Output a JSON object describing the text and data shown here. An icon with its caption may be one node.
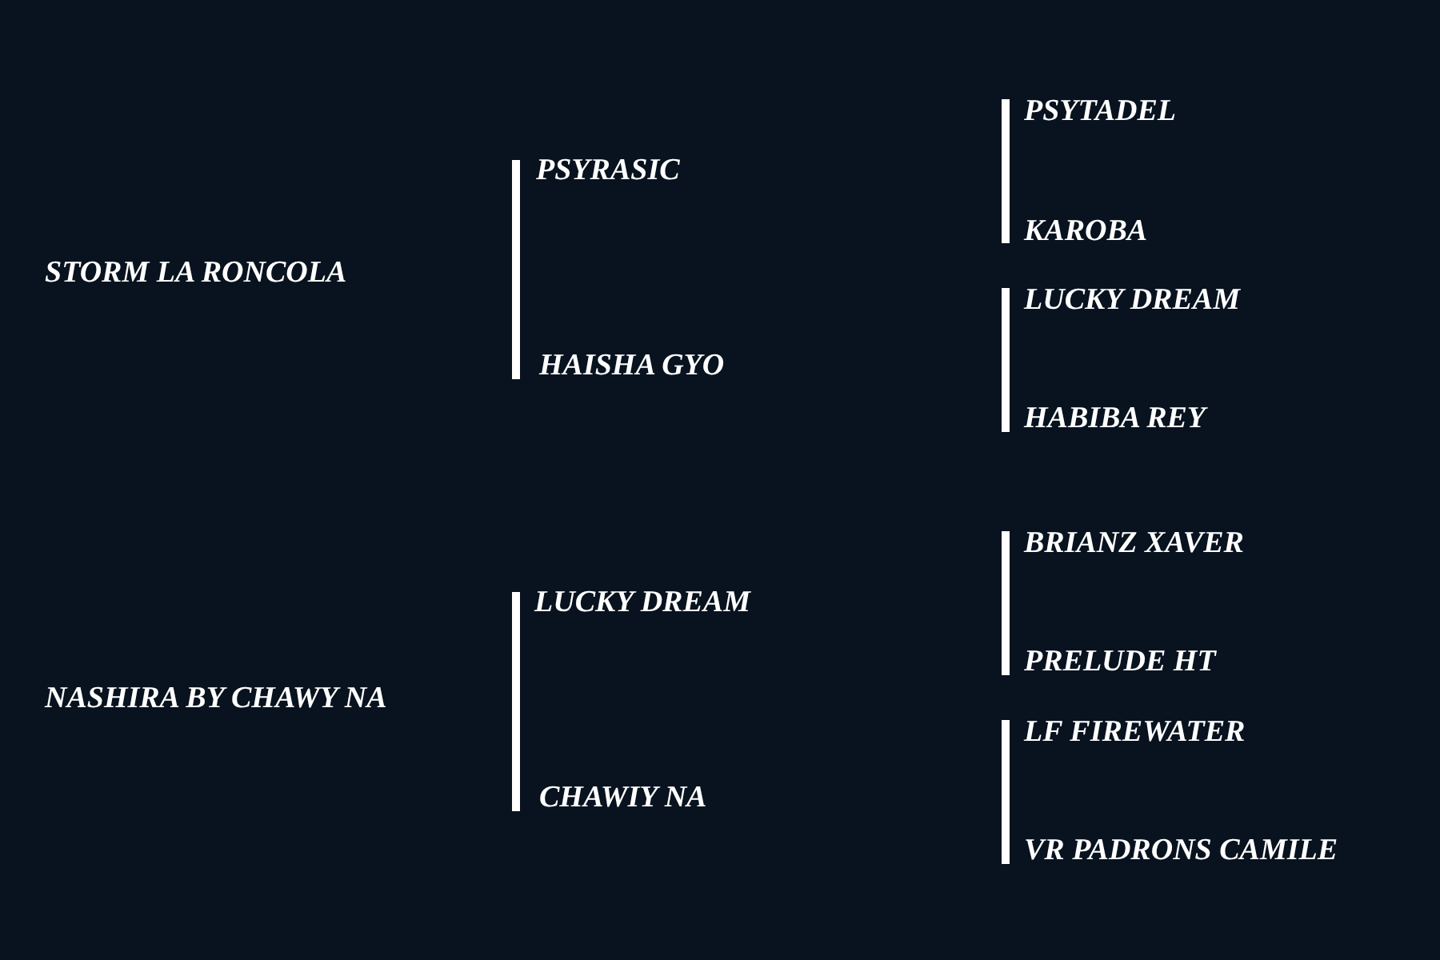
{
  "diagram": {
    "labels": [
      "PSYTADEL",
      "PSYRASIC",
      "KAROBA",
      "STORM LA RONCOLA",
      "LUCKY DREAM",
      "HAISHA GYO",
      "HABIBA REY",
      "BRIANZ XAVER",
      "LUCKY DREAM",
      "PRELUDE HT",
      "NASHIRA BY CHAWY NA",
      "LF FIREWATER",
      "CHAWIY NA",
      "VR PADRONS CAMILE"
    ]
  }
}
